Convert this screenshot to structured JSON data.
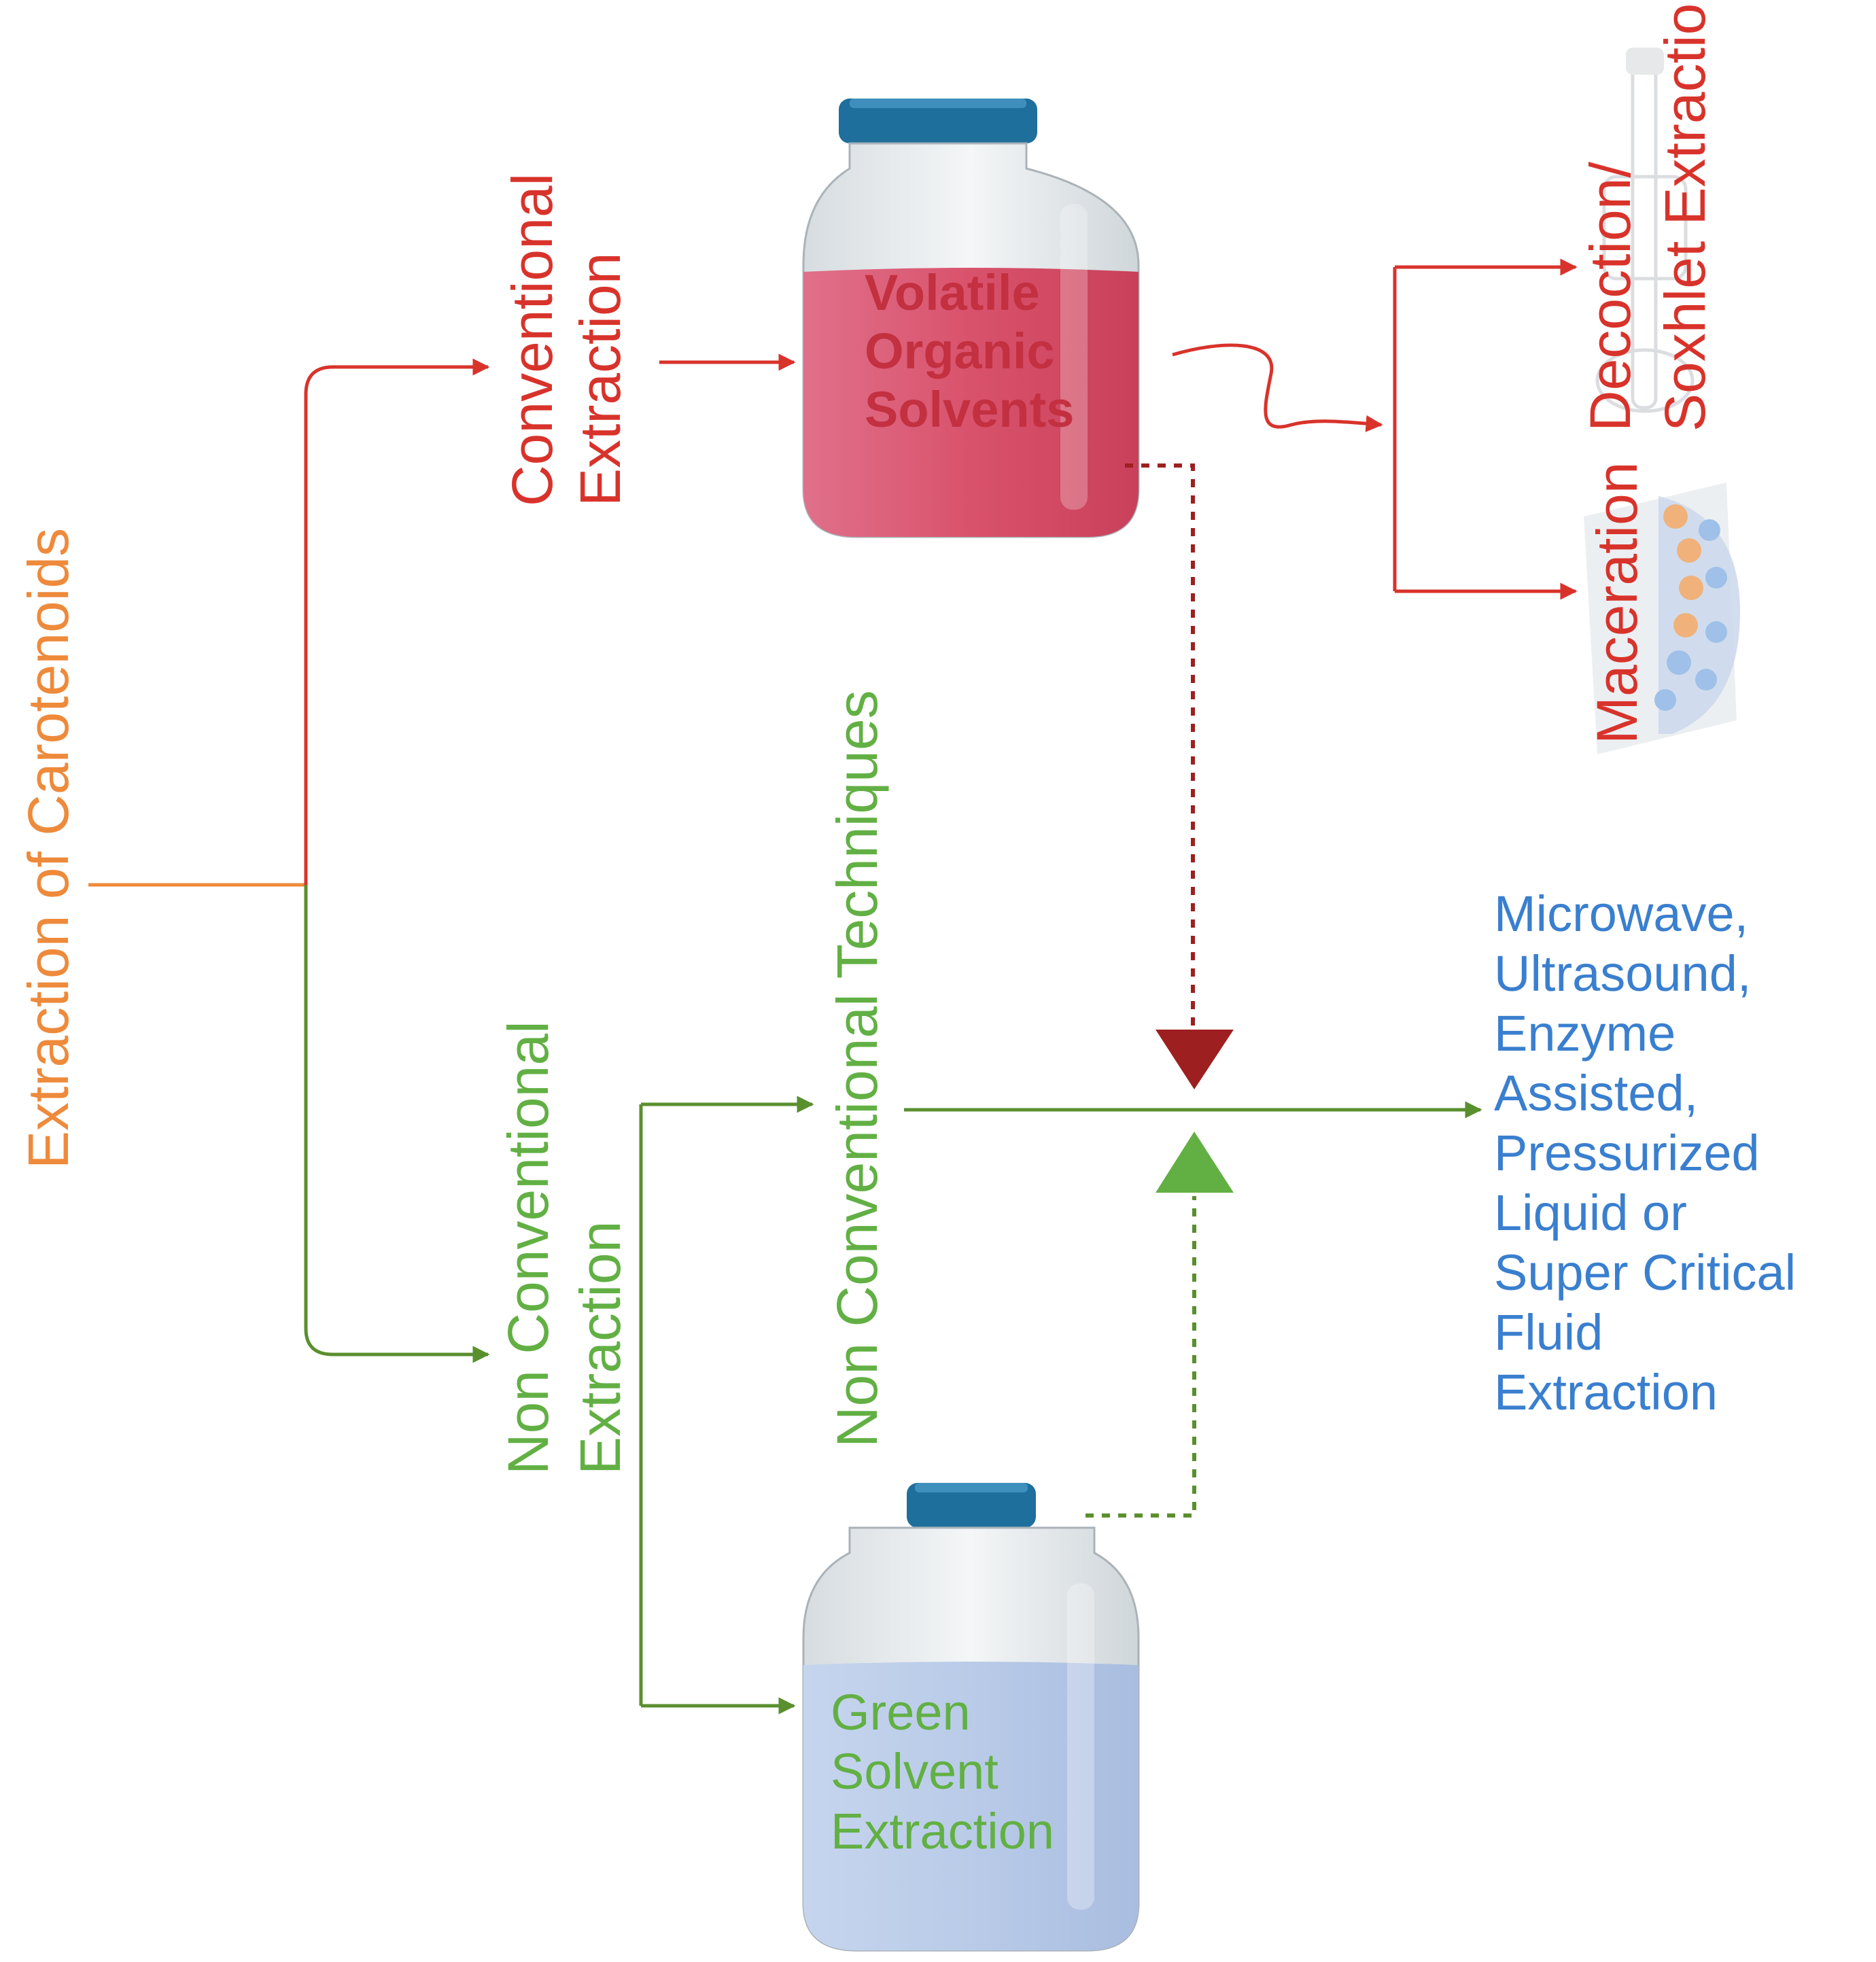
{
  "labels": {
    "root": "Extraction of Carotenoids",
    "conventional_line1": "Conventional",
    "conventional_line2": "Extraction",
    "nonconventional_line1": "Non Conventional",
    "nonconventional_line2": "Extraction",
    "nonconventional_techniques": "Non Conventional Techniques",
    "volatile_lines": [
      "Volatile",
      "Organic",
      "Solvents"
    ],
    "green_lines": [
      "Green",
      "Solvent",
      "Extraction"
    ],
    "decoction_line1": "Decoction/",
    "decoction_line2": "Soxhlet Extraction",
    "maceration": "Maceration",
    "techniques_lines": [
      "Microwave,",
      "Ultrasound,",
      "Enzyme",
      "Assisted,",
      "Pressurized",
      "Liquid or",
      "Super Critical",
      "Fluid",
      "Extraction"
    ]
  },
  "colors": {
    "orange": "#ee8a3b",
    "red": "#d8332b",
    "dark_red": "#9e1f1f",
    "green": "#5a8f2e",
    "light_green": "#62b044",
    "blue": "#3a7fcf",
    "cap_blue": "#1f6f9c",
    "red_liquid": "#d9526c",
    "blue_liquid": "#b9cbe8"
  },
  "icons": {
    "volatile_bottle": "bottle-icon",
    "green_bottle": "bottle-icon",
    "soxhlet": "soxhlet-apparatus-icon",
    "maceration": "mortar-mesh-icon"
  }
}
